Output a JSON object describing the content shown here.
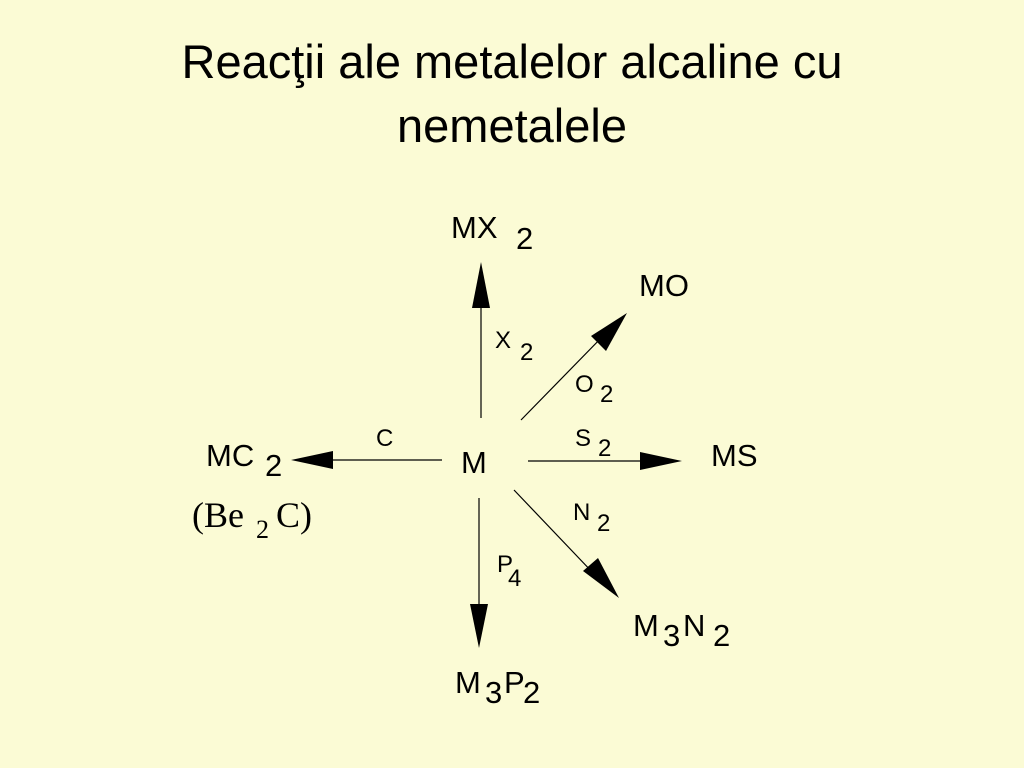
{
  "title": {
    "line1": "Reacţii ale metalelor alcaline cu",
    "line2": "nemetalele"
  },
  "center": "M",
  "products": {
    "mx2": {
      "main": "MX",
      "sub": "2"
    },
    "mo": {
      "main": "MO"
    },
    "ms": {
      "main": "MS"
    },
    "mc2": {
      "main": "MC",
      "sub": "2"
    },
    "be2c": {
      "open": "(Be",
      "sub": "2",
      "close": "C)"
    },
    "m3n2": {
      "m": "M",
      "sub1": "3",
      "n": "N",
      "sub2": "2"
    },
    "m3p2": {
      "m": "M",
      "sub1": "3",
      "p": "P",
      "sub2": "2"
    }
  },
  "reagents": {
    "x2": {
      "main": "X",
      "sub": "2"
    },
    "o2": {
      "main": "O",
      "sub": "2"
    },
    "s2": {
      "main": "S",
      "sub": "2"
    },
    "c": {
      "main": "C"
    },
    "n2": {
      "main": "N",
      "sub": "2"
    },
    "p4": {
      "main": "P",
      "sub": "4"
    }
  }
}
